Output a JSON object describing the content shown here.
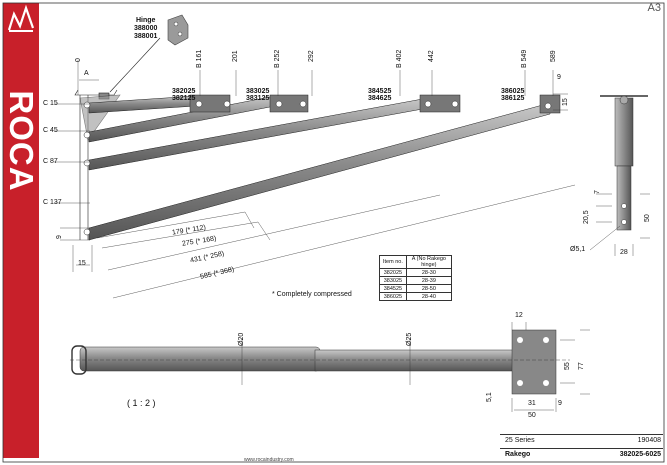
{
  "sheet": {
    "code": "A3",
    "brand": "ROCA",
    "url": "www.rocaindustry.com"
  },
  "hinge": {
    "title": "Hinge",
    "codes": [
      "388000",
      "388001"
    ]
  },
  "top_dims": {
    "zero": "0",
    "b161": "B 161",
    "d201": "201",
    "b252": "B 252",
    "d292": "292",
    "b402": "B 402",
    "d442": "442",
    "b549": "B 549",
    "d589": "589",
    "a": "A"
  },
  "item_labels": [
    {
      "a": "382025",
      "b": "382125"
    },
    {
      "a": "383025",
      "b": "383125"
    },
    {
      "a": "384525",
      "b": "384625"
    },
    {
      "a": "386025",
      "b": "386125"
    }
  ],
  "left_dims": {
    "c15": "C 15",
    "c45": "C 45",
    "c87": "C 87",
    "c137": "C 137",
    "nine": "9",
    "fifteen": "15"
  },
  "length_dims": [
    "179  (* 112)",
    "275  (* 168)",
    "431  (* 258)",
    "585  (* 368)"
  ],
  "right_view": {
    "nine": "9",
    "fifteen": "15",
    "seven": "7",
    "d205": "20,5",
    "fifty": "50",
    "dia": "Ø5,1",
    "w28": "28"
  },
  "item_table": {
    "head": [
      "Item no.",
      "A (No Rakego hinge)"
    ],
    "rows": [
      [
        "382025",
        "28-30"
      ],
      [
        "383025",
        "28-39"
      ],
      [
        "384525",
        "28-50"
      ],
      [
        "386025",
        "28-40"
      ]
    ]
  },
  "footnote": "* Completely compressed",
  "bottom": {
    "d20": "Ø20",
    "d25": "Ø25",
    "scale": "( 1 : 2 )"
  },
  "plate": {
    "w12": "12",
    "h55": "55",
    "h77": "77",
    "d51": "5,1",
    "w31": "31",
    "w9": "9",
    "w50": "50"
  },
  "title_block": {
    "series": "25 Series",
    "date": "190408",
    "product": "Rakego",
    "code": "382025-6025"
  }
}
